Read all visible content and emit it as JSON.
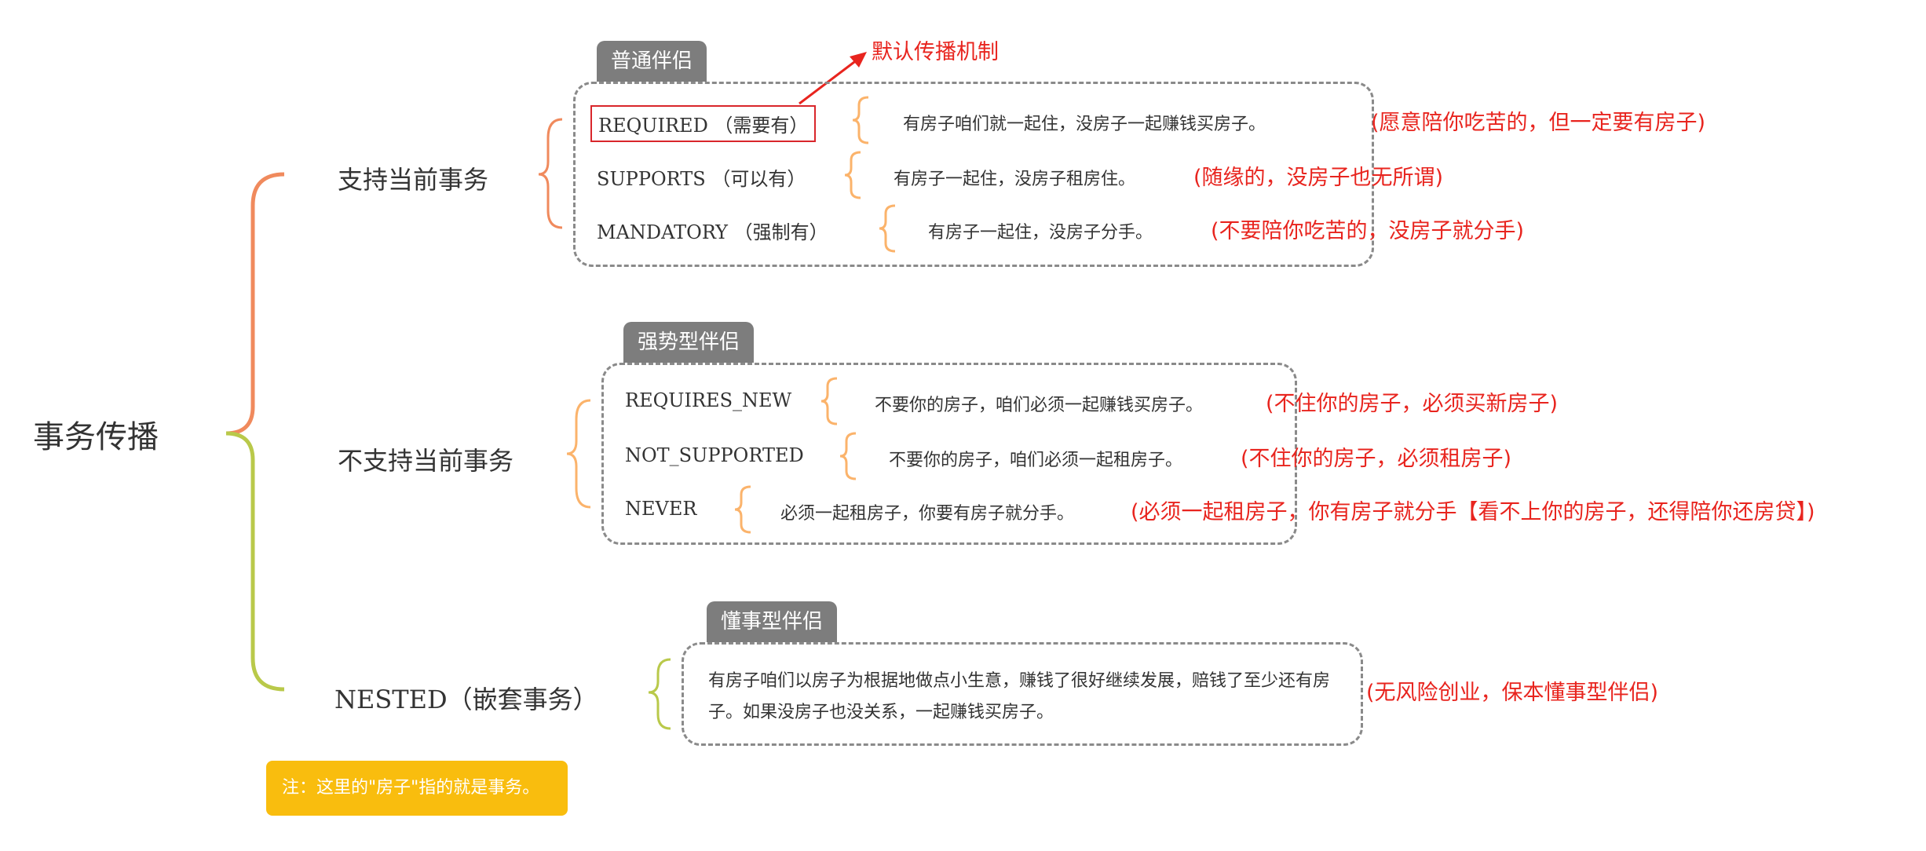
{
  "root": {
    "label": "事务传播"
  },
  "branches": [
    {
      "label": "支持当前事务",
      "group_title": "普通伴侣",
      "items": [
        {
          "mode": "REQUIRED （需要有）",
          "desc": "有房子咱们就一起住，没房子一起赚钱买房子。",
          "note": "(愿意陪你吃苦的，但一定要有房子)"
        },
        {
          "mode": "SUPPORTS （可以有）",
          "desc": "有房子一起住，没房子租房住。",
          "note": "(随缘的，没房子也无所谓)"
        },
        {
          "mode": "MANDATORY （强制有）",
          "desc": "有房子一起住，没房子分手。",
          "note": "(不要陪你吃苦的，没房子就分手)"
        }
      ]
    },
    {
      "label": "不支持当前事务",
      "group_title": "强势型伴侣",
      "items": [
        {
          "mode": "REQUIRES_NEW",
          "desc": "不要你的房子，咱们必须一起赚钱买房子。",
          "note": "(不住你的房子，必须买新房子)"
        },
        {
          "mode": "NOT_SUPPORTED",
          "desc": "不要你的房子，咱们必须一起租房子。",
          "note": "(不住你的房子，必须租房子)"
        },
        {
          "mode": "NEVER",
          "desc": "必须一起租房子，你要有房子就分手。",
          "note": "(必须一起租房子，你有房子就分手【看不上你的房子，还得陪你还房贷】)"
        }
      ]
    },
    {
      "label": "NESTED（嵌套事务）",
      "group_title": "懂事型伴侣",
      "items": [
        {
          "desc": "有房子咱们以房子为根据地做点小生意，赚钱了很好继续发展，赔钱了至少还有房子。如果没房子也没关系，一起赚钱买房子。",
          "note": "(无风险创业，保本懂事型伴侣)"
        }
      ]
    }
  ],
  "annotation": {
    "label": "默认传播机制"
  },
  "footnote": {
    "text": "注：这里的\"房子\"指的就是事务。"
  },
  "colors": {
    "bracket_top": "#f08a5d",
    "bracket_bottom": "#b9c94a",
    "bracket_items": "#fbb36b",
    "nested_bracket": "#b9c94a",
    "accent_red": "#e8241e",
    "group_tab": "#7d7d7d",
    "footnote_bg": "#f9bd0e"
  }
}
